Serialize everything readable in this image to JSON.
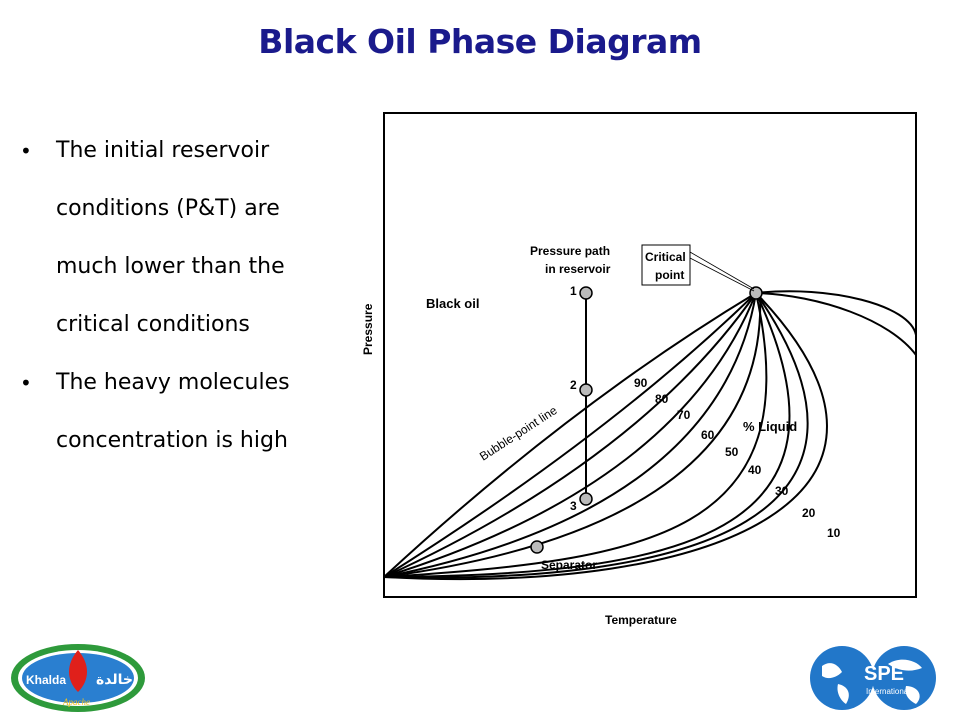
{
  "title": "Black Oil Phase Diagram",
  "bullets": [
    "The initial reservoir conditions (P&T) are much lower than the critical conditions",
    "The heavy molecules concentration is high"
  ],
  "diagram": {
    "axis_x_label": "Temperature",
    "axis_y_label": "Pressure",
    "fluid_label": "Black oil",
    "path_label_line1": "Pressure path",
    "path_label_line2": "in reservoir",
    "critical_label_line1": "Critical",
    "critical_label_line2": "point",
    "bubble_label": "Bubble-point line",
    "liquid_label": "% Liquid",
    "separator_label": "Separator",
    "points": [
      "1",
      "2",
      "3"
    ],
    "quality_lines": [
      "90",
      "80",
      "70",
      "60",
      "50",
      "40",
      "30",
      "20",
      "10"
    ]
  },
  "logos": {
    "khalda_text": "Khalda",
    "khalda_arabic": "خالدة",
    "khalda_sub": "Apache",
    "spe_text": "SPE",
    "spe_sub": "International"
  },
  "colors": {
    "title": "#1a1a8c",
    "khalda_blue": "#2a7fd0",
    "khalda_green": "#2e9a3b",
    "khalda_red": "#e0201b",
    "spe_blue": "#2277c9"
  }
}
